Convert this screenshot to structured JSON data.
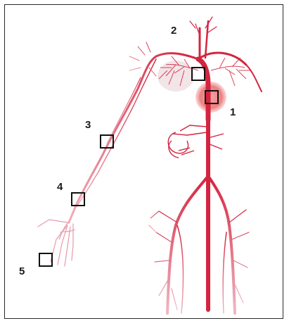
{
  "diagram": {
    "colors": {
      "vessel": "#d4243f",
      "vessel_light": "#e9889b",
      "heart": "#f08c8c",
      "border": "#2a2a2a",
      "marker": "#111111"
    },
    "markers": [
      {
        "label": "1"
      },
      {
        "label": "2"
      },
      {
        "label": "3"
      },
      {
        "label": "4"
      },
      {
        "label": "5"
      }
    ]
  }
}
